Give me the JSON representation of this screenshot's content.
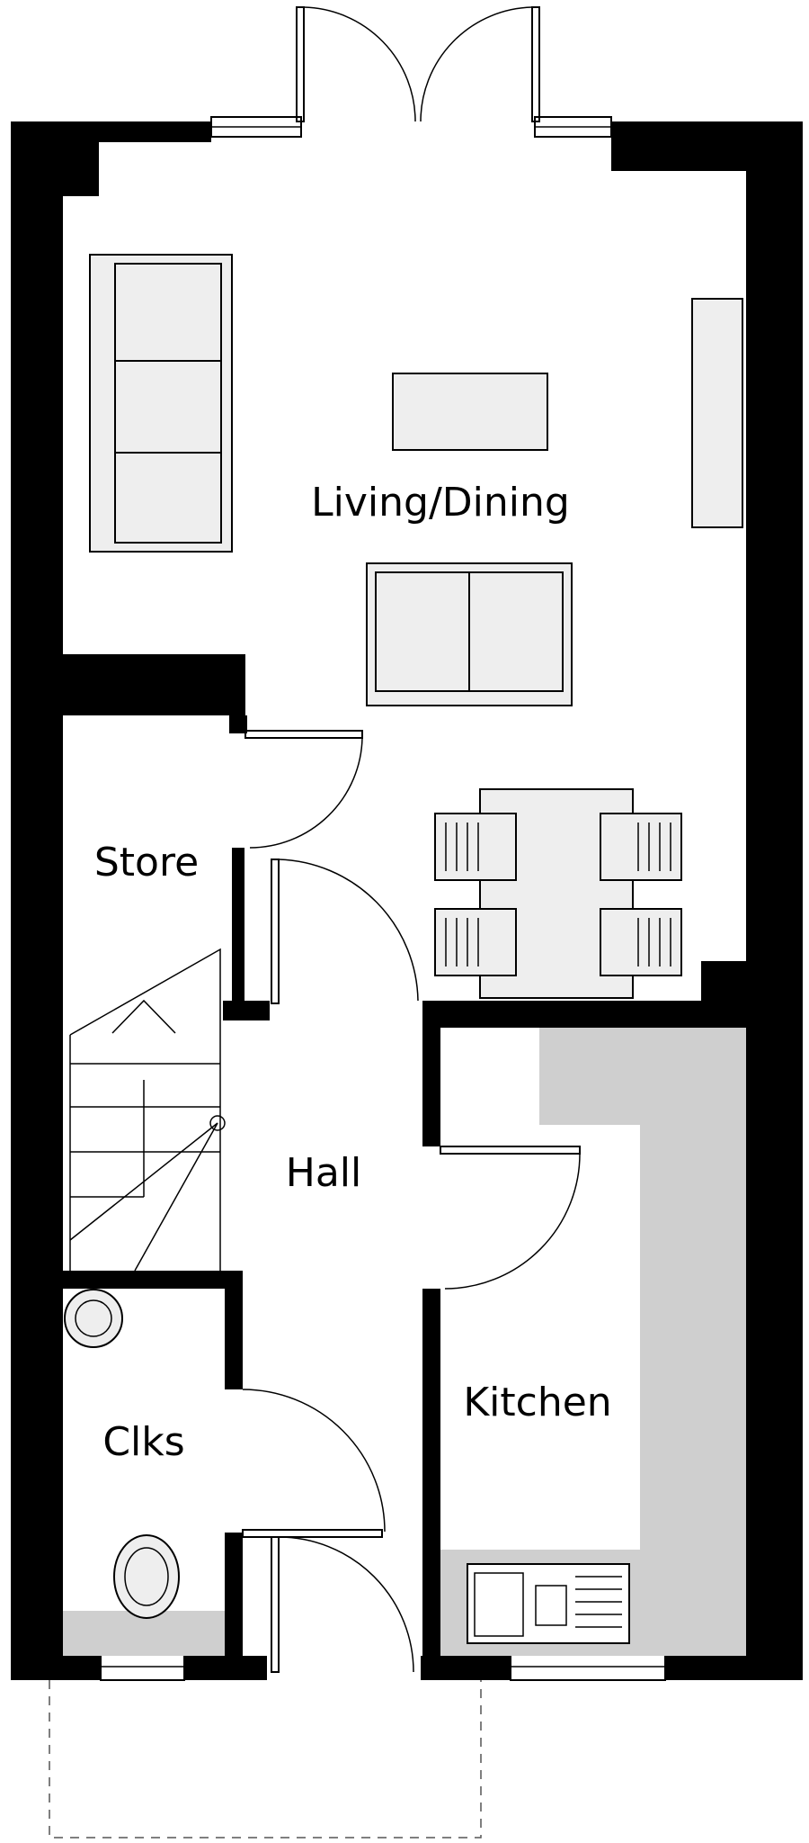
{
  "rooms": {
    "living_dining": "Living/Dining",
    "store": "Store",
    "hall": "Hall",
    "clks": "Clks",
    "kitchen": "Kitchen"
  },
  "colors": {
    "wall": "#000000",
    "worktop": "#cfcfcf",
    "furniture": "#eeeeee",
    "background": "#ffffff"
  }
}
